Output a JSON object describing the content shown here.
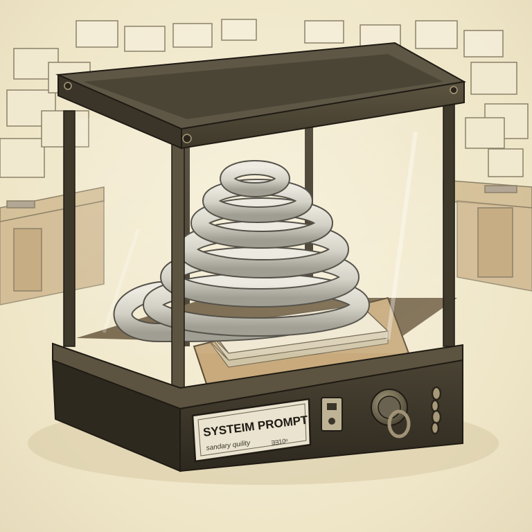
{
  "label_plate": {
    "title": "SYSTEIM PROMPT",
    "subtitle": "sandary quility",
    "code": "ᴟᴟ10ᵒ"
  }
}
